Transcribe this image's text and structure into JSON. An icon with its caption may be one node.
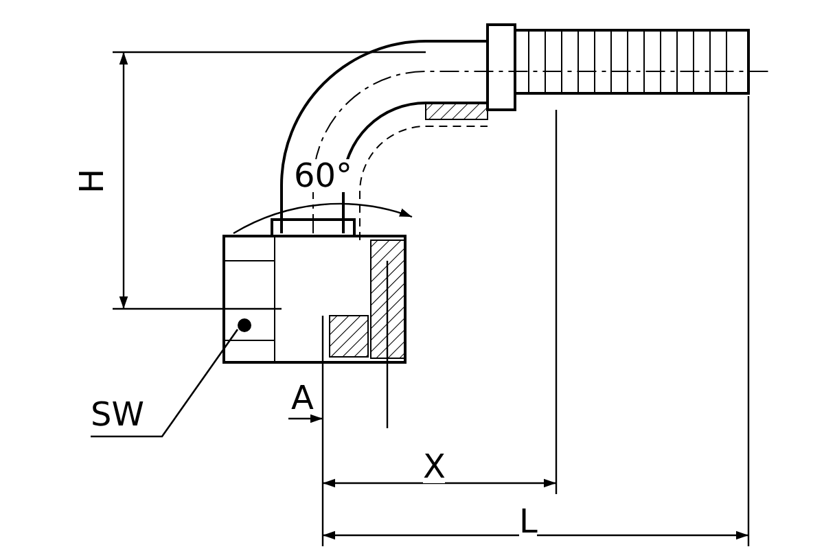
{
  "diagram": {
    "nodes": [
      {
        "text": [
          "SW"
        ]
      },
      {
        "text": [],
        "shape": "circle"
      }
    ],
    "edges": [
      {
        "from": 0,
        "to": 1,
        "arrow": "none"
      }
    ],
    "labels": [
      "H",
      "60°",
      "A",
      "X",
      "L"
    ]
  }
}
